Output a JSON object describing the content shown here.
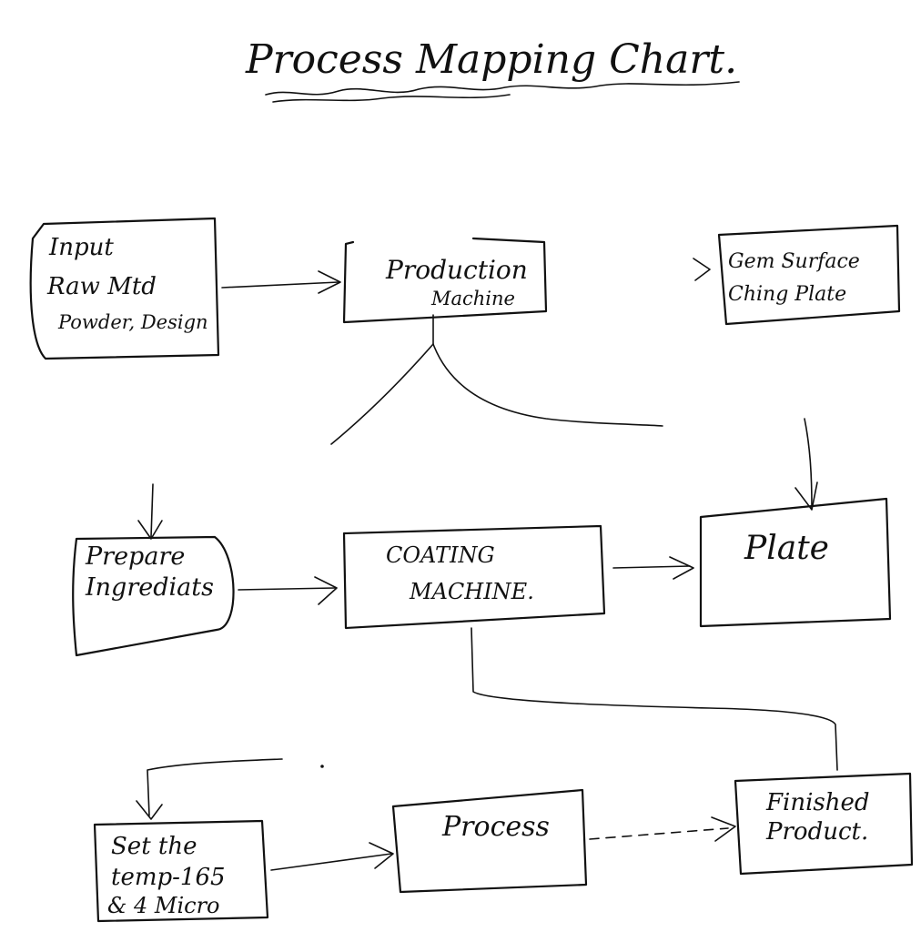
{
  "title": "Process Mapping Chart.",
  "nodes": {
    "input": [
      "Input",
      "Raw Mtd",
      "Powder, Design"
    ],
    "production": [
      "Production",
      "Machine"
    ],
    "gem": [
      "Gem Surface",
      "Ching Plate"
    ],
    "prepare": [
      "Prepare",
      "Ingrediats"
    ],
    "coating": [
      "COATING",
      "MACHINE."
    ],
    "plate": [
      "Plate"
    ],
    "settemp": [
      "Set the",
      "temp-165",
      "& 4 Micro"
    ],
    "process": [
      "Process"
    ],
    "finished": [
      "Finished",
      "Product."
    ]
  }
}
